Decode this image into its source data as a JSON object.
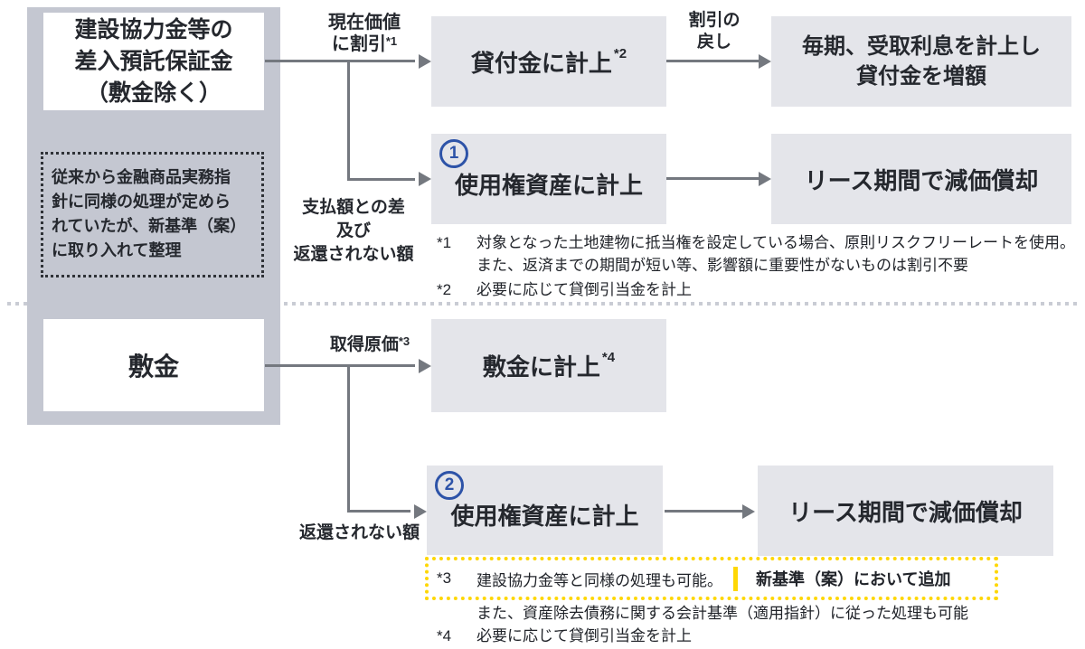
{
  "colors": {
    "panel_bg": "#c4c7d1",
    "box_bg": "#e4e5ea",
    "arrow_gray": "#74787f",
    "accent_blue": "#2d53a8",
    "highlight_yellow": "#fed704"
  },
  "left_panel": {
    "source_main": "建設協力金等の\n差入預託保証金\n（敷金除く）",
    "note": "従来から金融商品実務指\n針に同様の処理が定めら\nれていたが、新基準（案）\nに取り入れて整理",
    "source_deposit": "敷金"
  },
  "labels": {
    "discount_present_value": {
      "text": "現在価値\nに割引",
      "sup": "*1"
    },
    "payment_difference": "支払額との差\n及び\n返還されない額",
    "discount_reversal": "割引の\n戻し",
    "acquisition_cost": {
      "text": "取得原価",
      "sup": "*3"
    },
    "non_refundable": "返還されない額"
  },
  "boxes": {
    "loan": {
      "text": "貸付金に計上",
      "sup": "*2"
    },
    "rou_asset_1": {
      "badge": "1",
      "text": "使用権資産に計上"
    },
    "interest": "毎期、受取利息を計上し\n貸付金を増額",
    "depreciation_1": "リース期間で減価償却",
    "deposit": {
      "text": "敷金に計上",
      "sup": "*4"
    },
    "rou_asset_2": {
      "badge": "2",
      "text": "使用権資産に計上"
    },
    "depreciation_2": "リース期間で減価償却"
  },
  "footnotes": {
    "fn1": {
      "marker": "*1",
      "text": "対象となった土地建物に抵当権を設定している場合、原則リスクフリーレートを使用。\nまた、返済までの期間が短い等、影響額に重要性がないものは割引不要"
    },
    "fn2": {
      "marker": "*2",
      "text": "必要に応じて貸倒引当金を計上"
    },
    "fn3": {
      "marker": "*3",
      "text": "建設協力金等と同様の処理も可能。",
      "tag": "新基準（案）において追加"
    },
    "fn3_cont": "また、資産除去債務に関する会計基準（適用指針）に従った処理も可能",
    "fn4": {
      "marker": "*4",
      "text": "必要に応じて貸倒引当金を計上"
    }
  }
}
